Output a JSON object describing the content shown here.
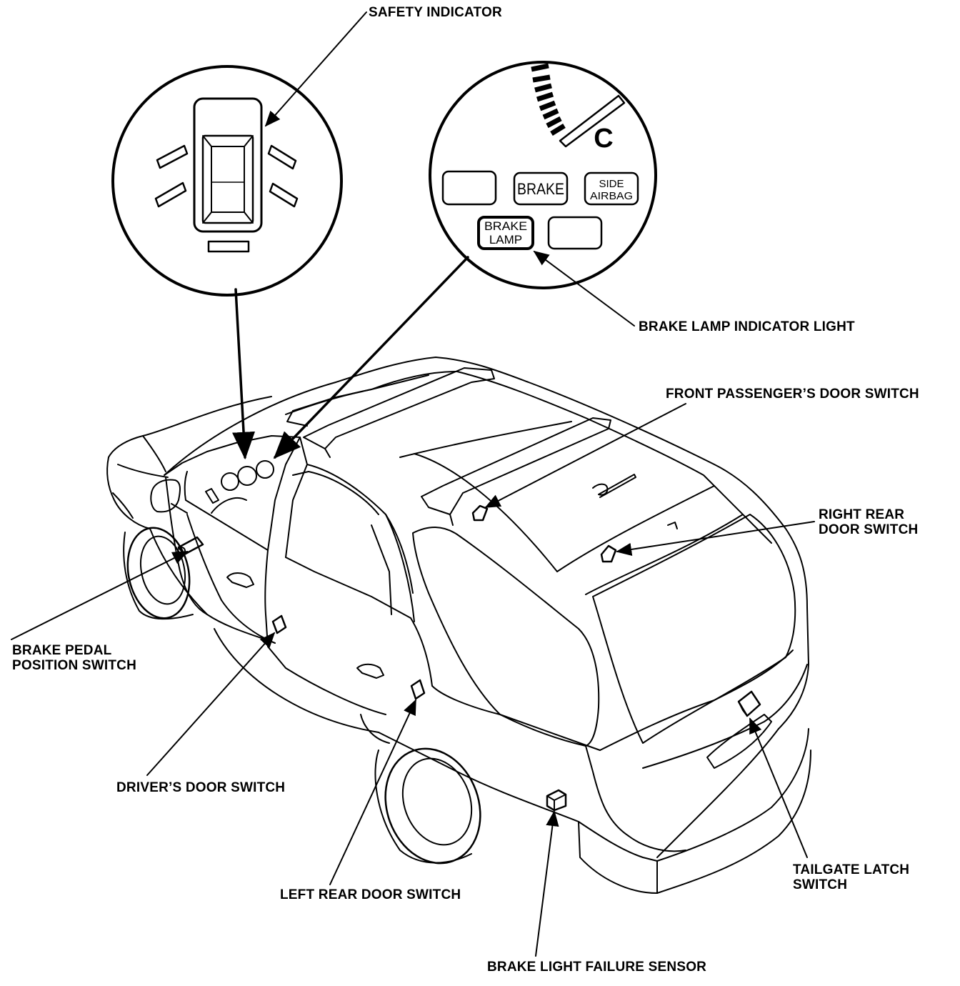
{
  "callouts": {
    "safety_indicator": "SAFETY INDICATOR",
    "brake_lamp_indicator_light": "BRAKE LAMP INDICATOR LIGHT",
    "front_passenger_door_switch": "FRONT PASSENGER’S DOOR SWITCH",
    "right_rear_door_switch": [
      "RIGHT REAR",
      "DOOR SWITCH"
    ],
    "brake_pedal_position_switch": [
      "BRAKE PEDAL",
      "POSITION SWITCH"
    ],
    "drivers_door_switch": "DRIVER’S DOOR SWITCH",
    "left_rear_door_switch": "LEFT REAR DOOR SWITCH",
    "brake_light_failure_sensor": "BRAKE LIGHT FAILURE SENSOR",
    "tailgate_latch_switch": [
      "TAILGATE LATCH",
      "SWITCH"
    ]
  },
  "gauge_panel": {
    "gauge_letter": "C",
    "brake_label": "BRAKE",
    "side_airbag_label": [
      "SIDE",
      "AIRBAG"
    ],
    "brake_lamp_label": [
      "BRAKE",
      "LAMP"
    ]
  },
  "colors": {
    "ink": "#000000",
    "paper": "#ffffff"
  }
}
